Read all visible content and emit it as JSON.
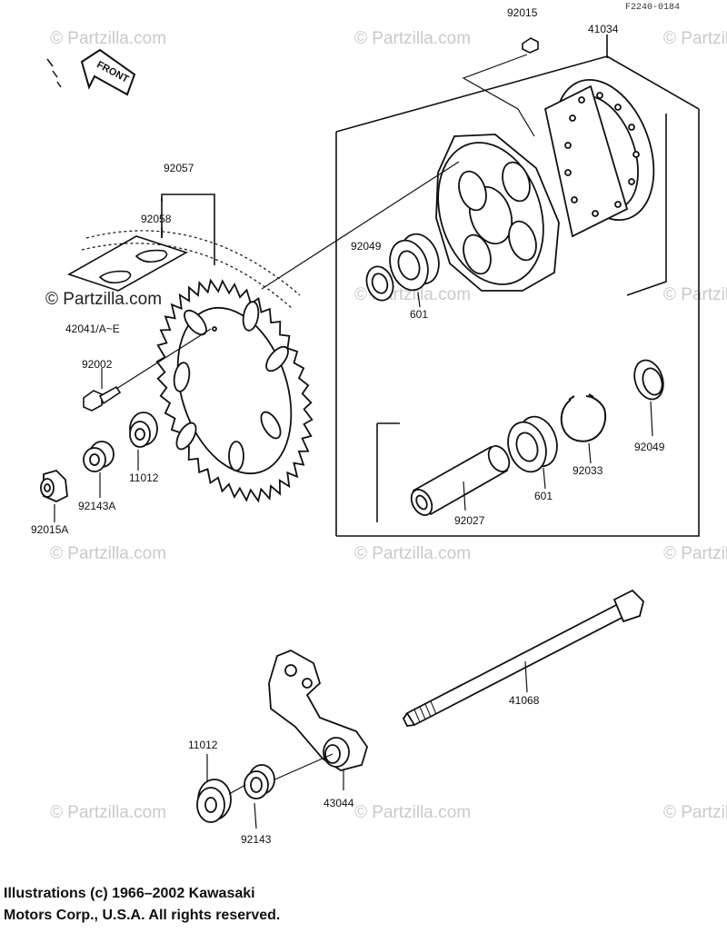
{
  "diagram": {
    "code": "F2240-0184",
    "front_label": "FRONT",
    "watermark_text": "© Partzilla.com",
    "parts": {
      "p92015": "92015",
      "p41034": "41034",
      "p92057": "92057",
      "p92058": "92058",
      "p42041": "42041/A~E",
      "p92049a": "92049",
      "p601a": "601",
      "p92002": "92002",
      "p11012a": "11012",
      "p92143a": "92143A",
      "p92015a": "92015A",
      "p92033": "92033",
      "p92049b": "92049",
      "p601b": "601",
      "p92027": "92027",
      "p41068": "41068",
      "p11012b": "11012",
      "p43044": "43044",
      "p92143": "92143"
    },
    "copyright_line1": "Illustrations (c) 1966–2002 Kawasaki",
    "copyright_line2": "Motors Corp., U.S.A.  All rights reserved."
  }
}
